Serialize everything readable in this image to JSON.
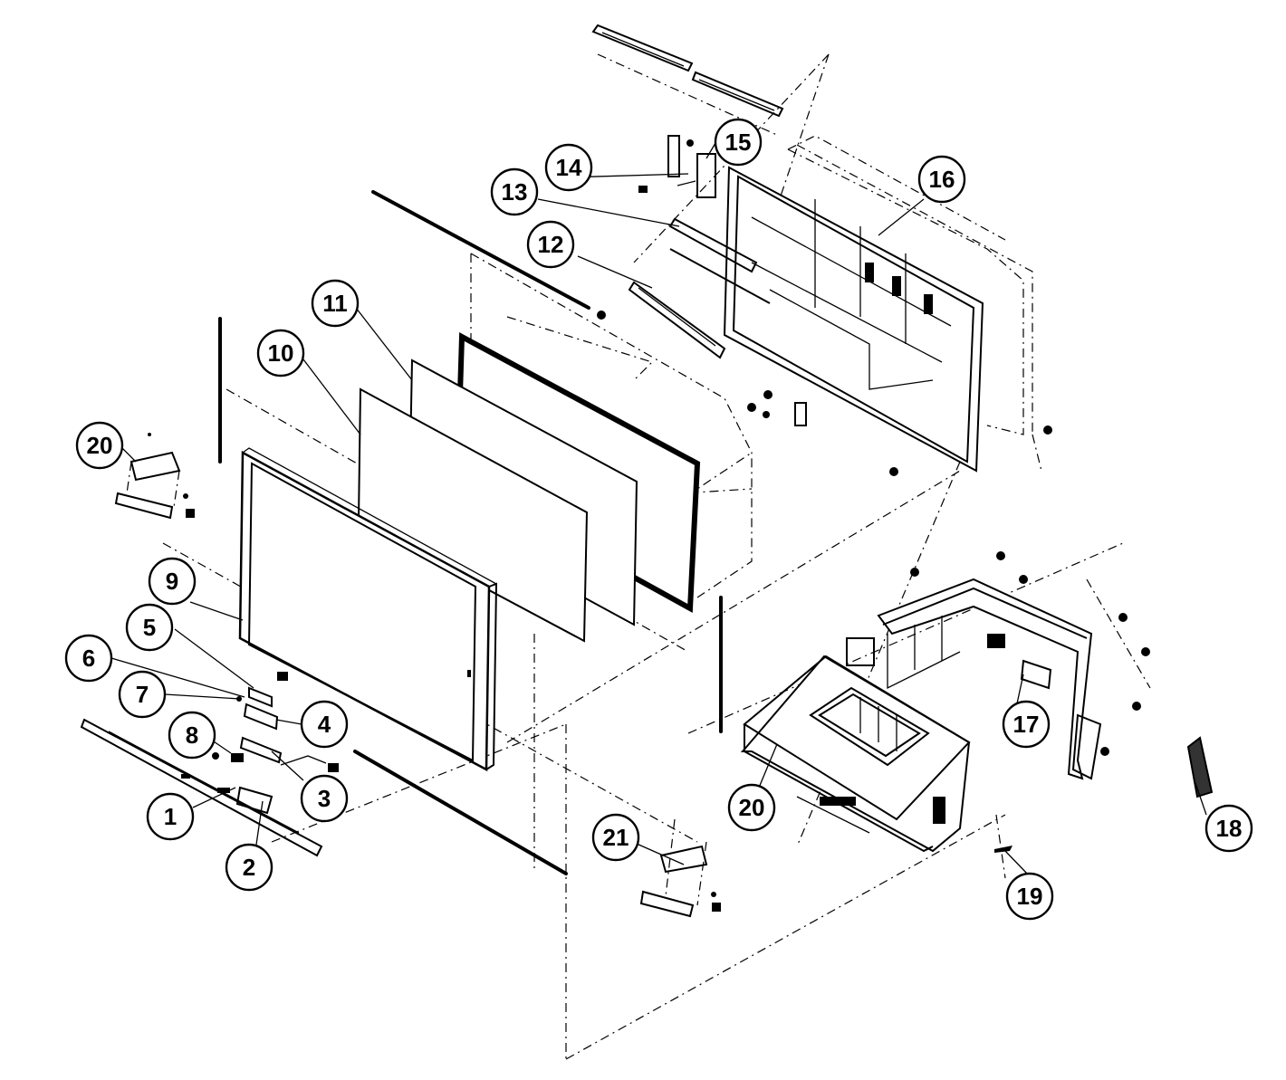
{
  "callouts": [
    {
      "label": "1"
    },
    {
      "label": "2"
    },
    {
      "label": "3"
    },
    {
      "label": "4"
    },
    {
      "label": "5"
    },
    {
      "label": "6"
    },
    {
      "label": "7"
    },
    {
      "label": "8"
    },
    {
      "label": "9"
    },
    {
      "label": "10"
    },
    {
      "label": "11"
    },
    {
      "label": "12"
    },
    {
      "label": "13"
    },
    {
      "label": "14"
    },
    {
      "label": "15"
    },
    {
      "label": "16"
    },
    {
      "label": "17"
    },
    {
      "label": "18"
    },
    {
      "label": "19"
    },
    {
      "label": "20"
    },
    {
      "label": "20"
    },
    {
      "label": "21"
    }
  ]
}
